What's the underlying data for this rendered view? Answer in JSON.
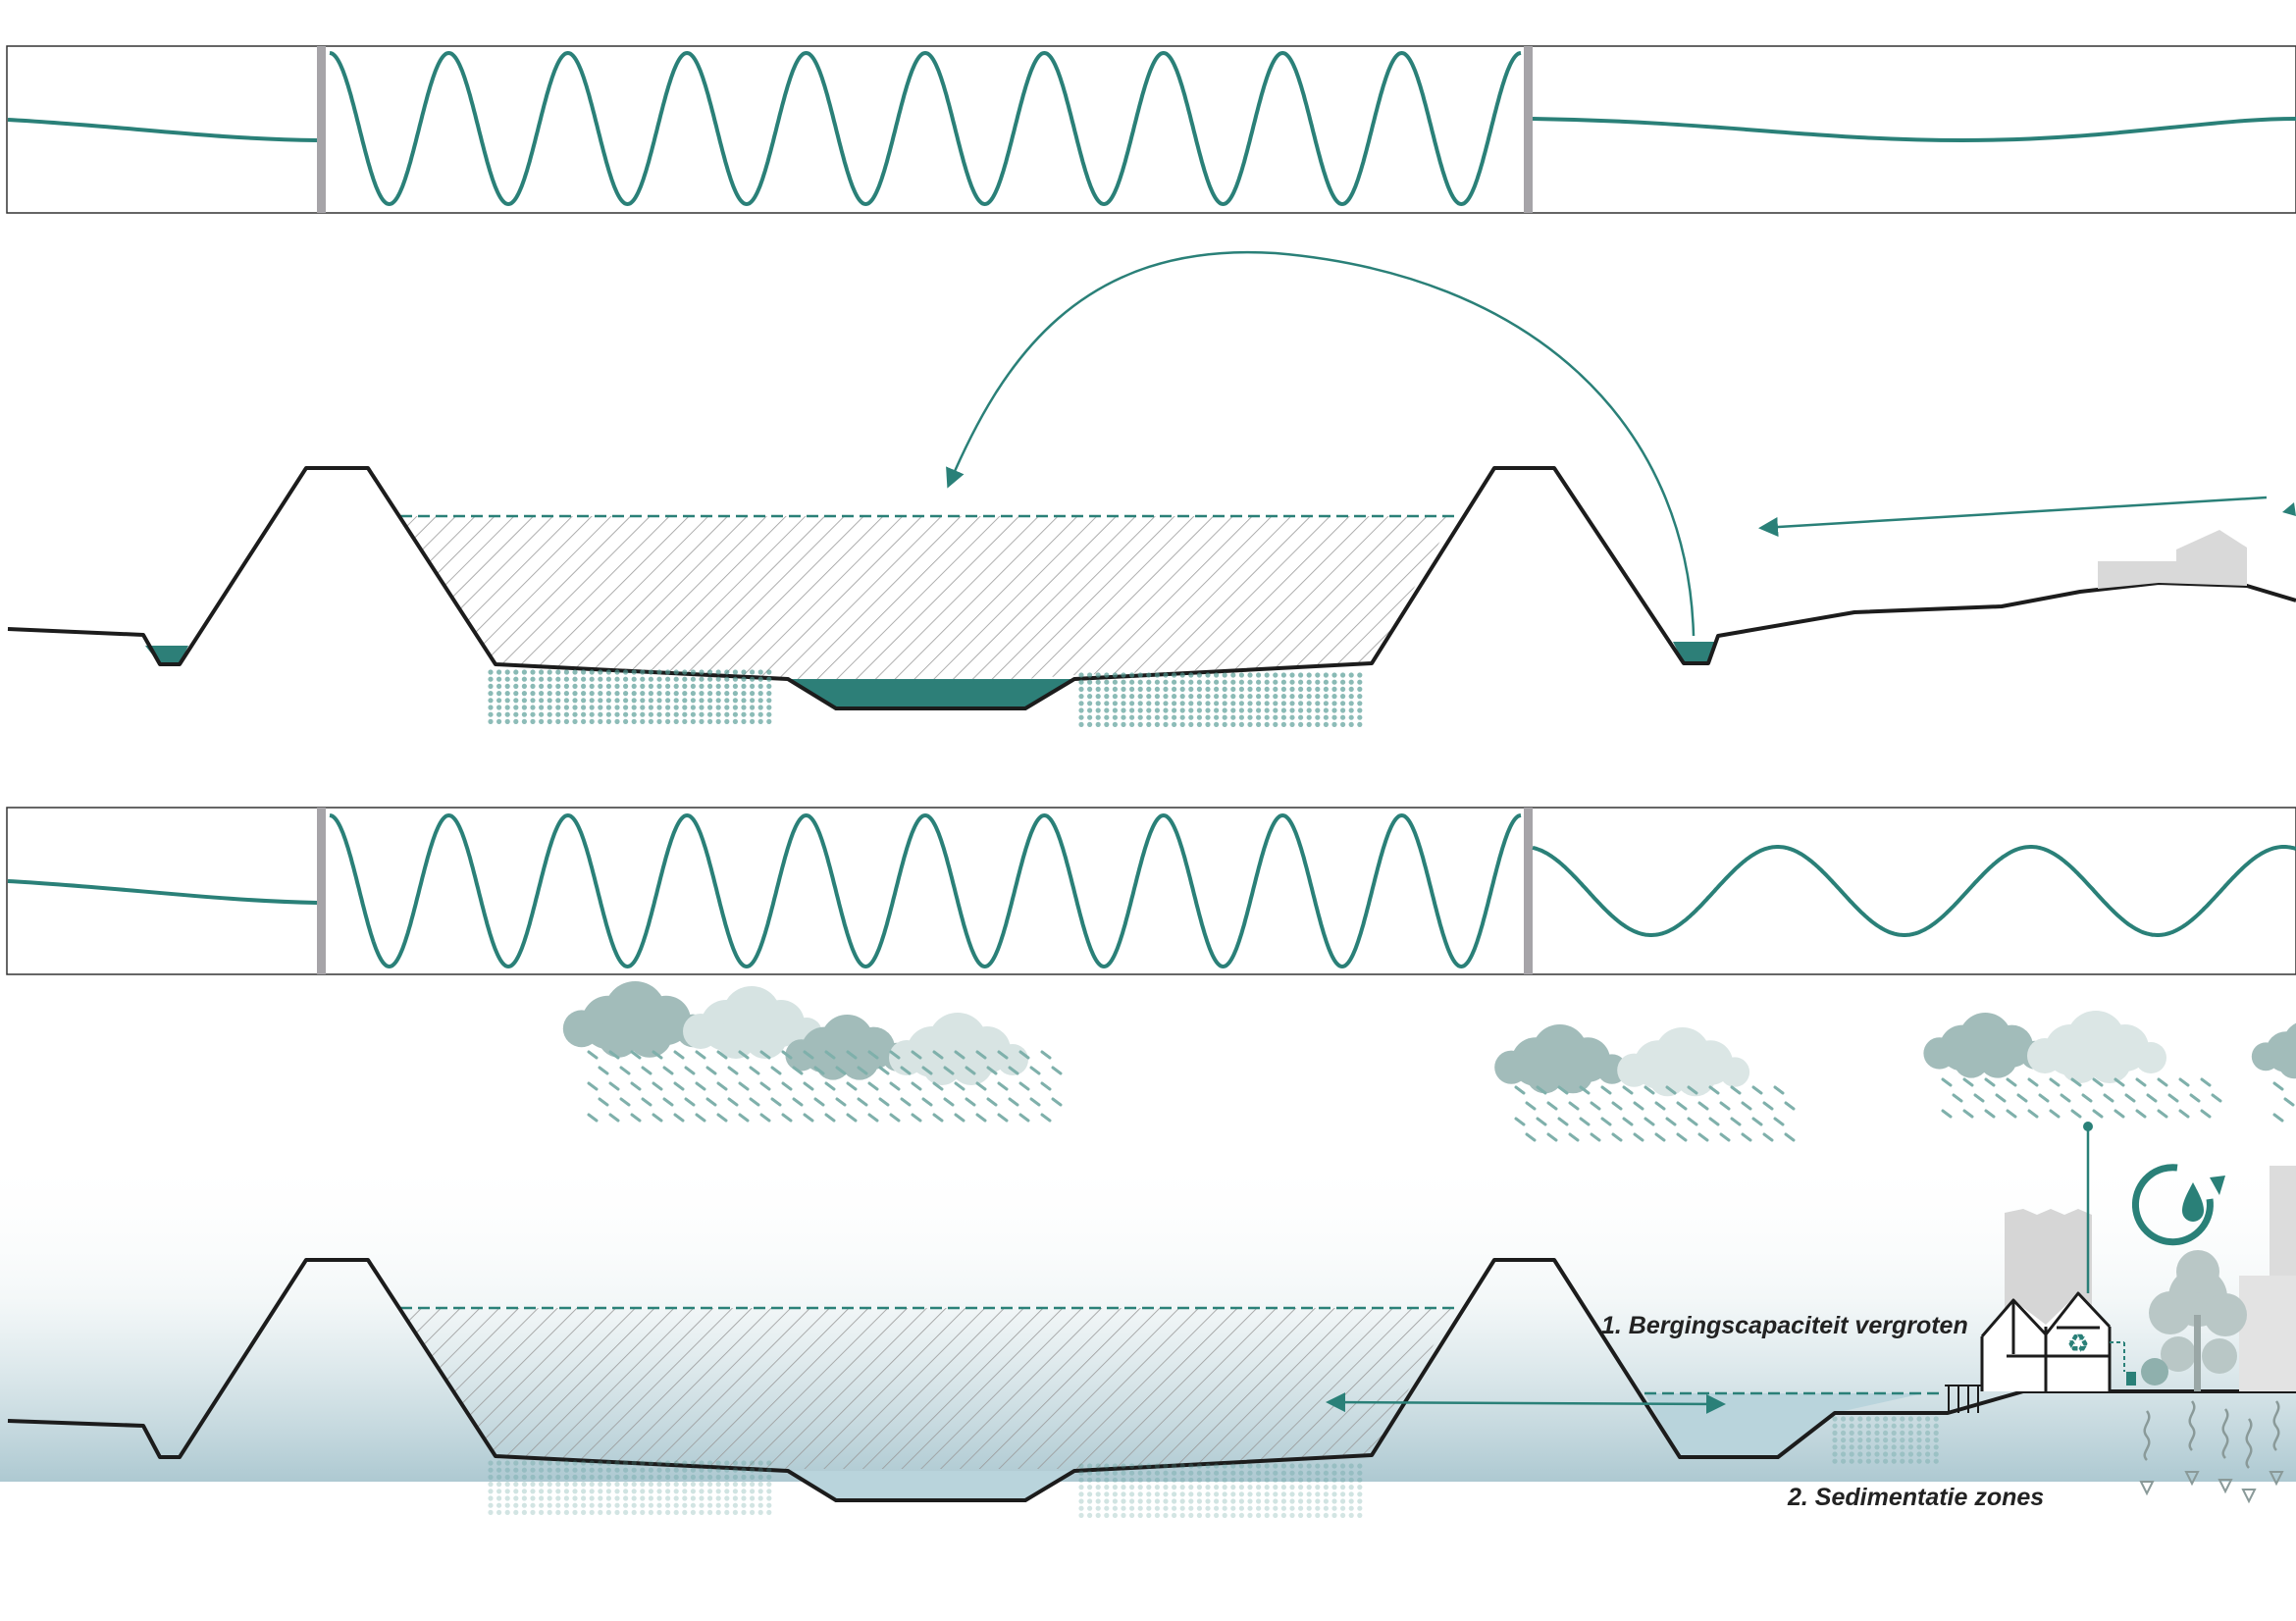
{
  "colors": {
    "water": "#2a8078",
    "water_fill": "#2d7f78",
    "light_water": "#b9d4dc",
    "dike": "#1c1c1c",
    "divider": "#a6a4a8",
    "frame": "#333333",
    "cloud_dark": "#8fb3b0",
    "cloud_light": "#cfdfde",
    "building": "#d6d6d6"
  },
  "labels": {
    "storage": "1. Bergingscapaciteit vergroten",
    "sedimentation": "2. Sedimentatie zones"
  },
  "icons": [
    "recycle-icon",
    "water-drop-cycle-icon",
    "cloud-icon",
    "rain-icon",
    "house-icon",
    "tree-icon"
  ],
  "sections": [
    {
      "id": "current",
      "wave_panel": [
        "low-amplitude",
        "high-amplitude",
        "very-low-amplitude"
      ]
    },
    {
      "id": "future",
      "wave_panel": [
        "low-amplitude",
        "high-amplitude",
        "medium-amplitude"
      ]
    }
  ]
}
